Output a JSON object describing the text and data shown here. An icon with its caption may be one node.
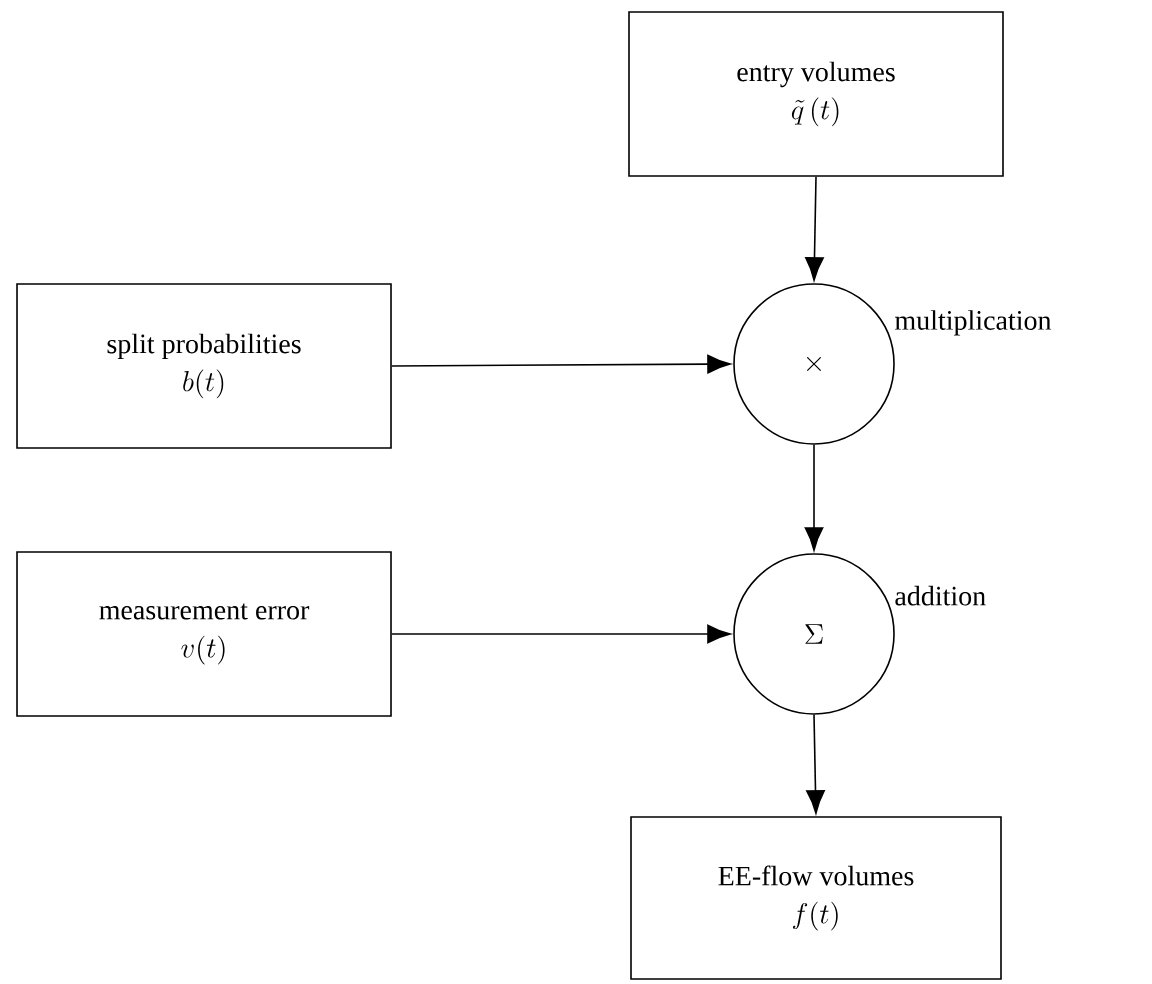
{
  "diagram": {
    "nodes": [
      {
        "text": [
          "entry volumes",
          "\\tilde{q}\\,(t)"
        ]
      },
      {
        "text": [
          "split probabilities",
          "b(t)"
        ]
      },
      {
        "text": [
          "\\times"
        ],
        "beside": [
          "multiplication"
        ]
      },
      {
        "text": [
          "measurement error",
          "v(t)"
        ]
      },
      {
        "text": [
          "\\Sigma"
        ],
        "beside": [
          "addition"
        ]
      },
      {
        "text": [
          "EE-flow volumes",
          "f(t)"
        ]
      }
    ],
    "edges": [
      {
        "from": 0,
        "to": 2,
        "arrow": "to"
      },
      {
        "from": 1,
        "to": 2,
        "arrow": "to"
      },
      {
        "from": 2,
        "to": 4,
        "arrow": "to"
      },
      {
        "from": 3,
        "to": 4,
        "arrow": "to"
      },
      {
        "from": 4,
        "to": 5,
        "arrow": "to"
      }
    ]
  }
}
